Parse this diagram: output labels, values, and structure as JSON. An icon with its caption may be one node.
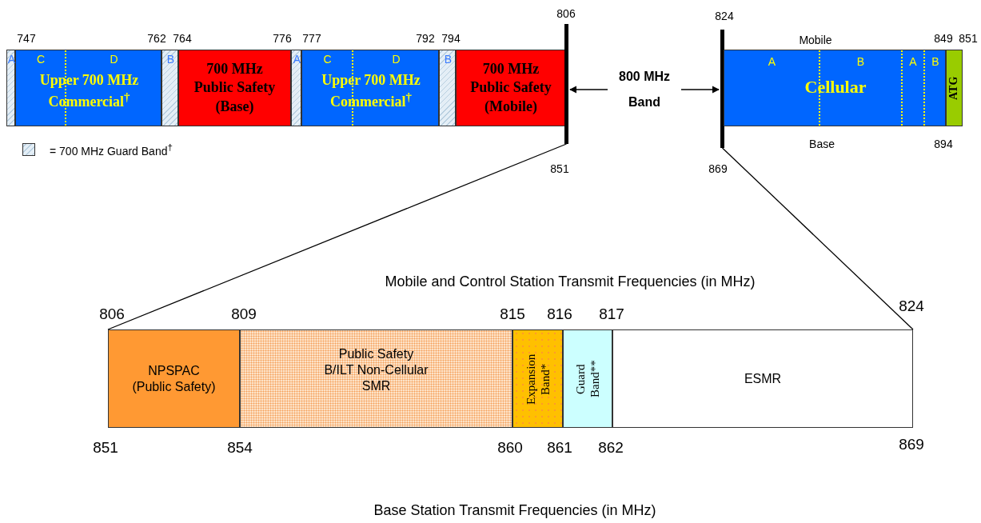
{
  "diagram": {
    "nodes": [
      {
        "text": [
          "A"
        ]
      },
      {
        "text": [
          "C",
          "D",
          "Upper 700 MHz Commercial$^{†}$"
        ]
      },
      {
        "text": [
          "B"
        ]
      },
      {
        "text": [
          "700 MHz Public Safety (Base)"
        ]
      },
      {
        "text": [
          "A"
        ]
      },
      {
        "text": [
          "C",
          "D",
          "Upper 700 MHz Commercial$^{†}$"
        ]
      },
      {
        "text": [
          "B"
        ]
      },
      {
        "text": [
          "700 MHz Public Safety (Mobile)"
        ]
      },
      {
        "text": [],
        "shape": "bar"
      },
      {
        "text": [
          "800 MHz Band"
        ]
      },
      {
        "text": [],
        "shape": "bar"
      },
      {
        "text": [
          "A",
          "B",
          "A",
          "B",
          "Cellular"
        ]
      },
      {
        "text": [
          "ATG"
        ]
      },
      {
        "text": [
          "NPSPAC (Public Safety)"
        ]
      },
      {
        "text": [
          "Public Safety B/ILT Non-Cellular SMR"
        ]
      },
      {
        "text": [
          "Expansion Band*"
        ]
      },
      {
        "text": [
          "Guard Band**"
        ]
      },
      {
        "text": [
          "ESMR"
        ]
      }
    ],
    "edges": [
      {
        "from": 9,
        "to": 8,
        "arrow": "to"
      },
      {
        "from": 9,
        "to": 10,
        "arrow": "to"
      },
      {
        "from": 8,
        "to": 13,
        "arrow": "none"
      },
      {
        "from": 10,
        "to": 17,
        "arrow": "none"
      }
    ],
    "labels": [
      "747",
      "762",
      "764",
      "776",
      "777",
      "792",
      "794",
      "806",
      "851",
      "824",
      "869",
      "Mobile",
      "849",
      "851",
      "Base",
      "894",
      "Mobile and Control Station Transmit Frequencies (in MHz)",
      "806",
      "809",
      "815",
      "816",
      "817",
      "824",
      "851",
      "854",
      "860",
      "861",
      "862",
      "869",
      "Base Station Transmit Frequencies (in MHz)"
    ],
    "legend": [
      {
        "text": "= 700 MHz Guard Band$^{†}$"
      }
    ]
  }
}
